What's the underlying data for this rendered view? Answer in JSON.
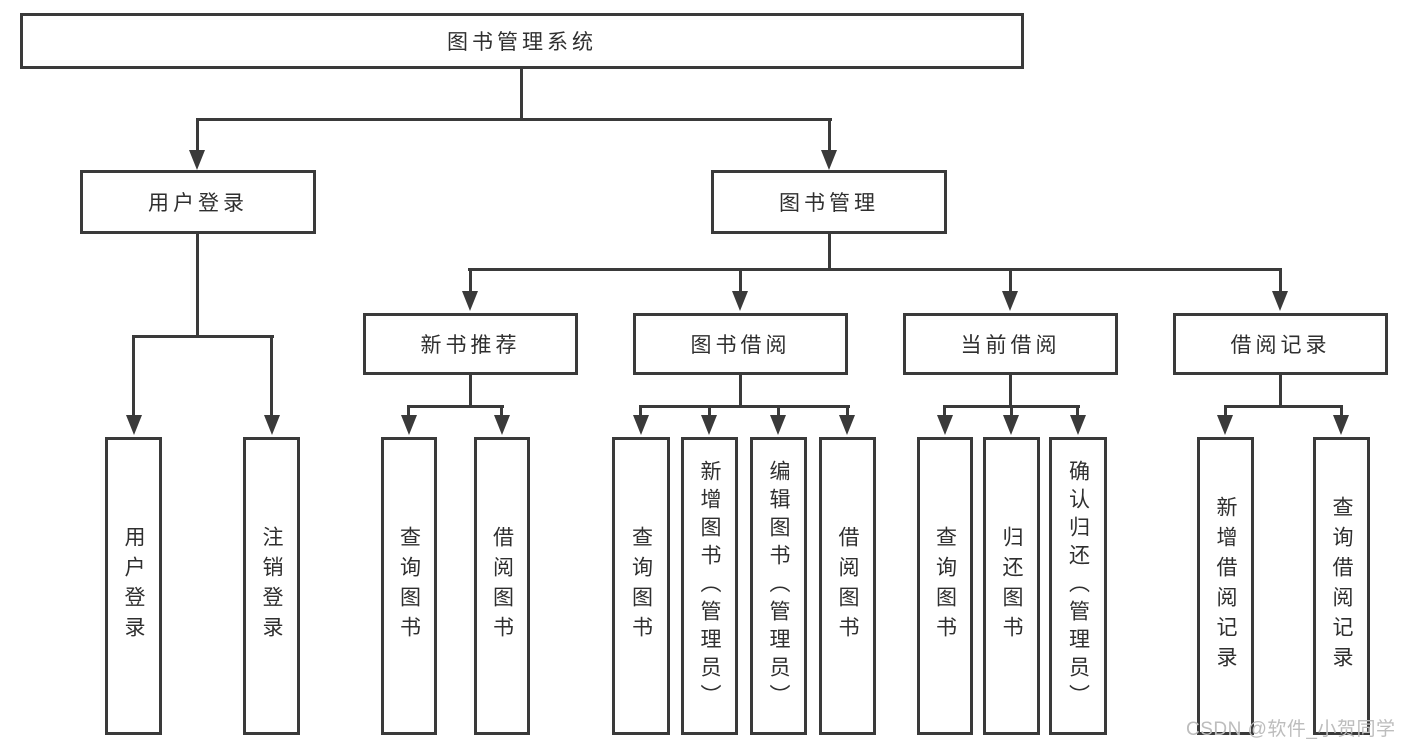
{
  "diagram": {
    "root": {
      "label": "图书管理系统"
    },
    "level2": [
      {
        "label": "用户登录"
      },
      {
        "label": "图书管理"
      }
    ],
    "level3": [
      {
        "label": "新书推荐"
      },
      {
        "label": "图书借阅"
      },
      {
        "label": "当前借阅"
      },
      {
        "label": "借阅记录"
      }
    ],
    "leaves": {
      "user_login": [
        "用户登录",
        "注销登录"
      ],
      "new_book_recommend": [
        "查询图书",
        "借阅图书"
      ],
      "book_borrow": [
        "查询图书",
        "新增图书（管理员）",
        "编辑图书（管理员）",
        "借阅图书"
      ],
      "current_borrow": [
        "查询图书",
        "归还图书",
        "确认归还（管理员）"
      ],
      "borrow_records": [
        "新增借阅记录",
        "查询借阅记录"
      ]
    }
  },
  "watermark": {
    "text": "CSDN @软件_小贺同学"
  },
  "colors": {
    "line": "#3a3a3a",
    "text": "#2f2f2f",
    "background": "#ffffff",
    "watermark": "#bdbdbd"
  }
}
